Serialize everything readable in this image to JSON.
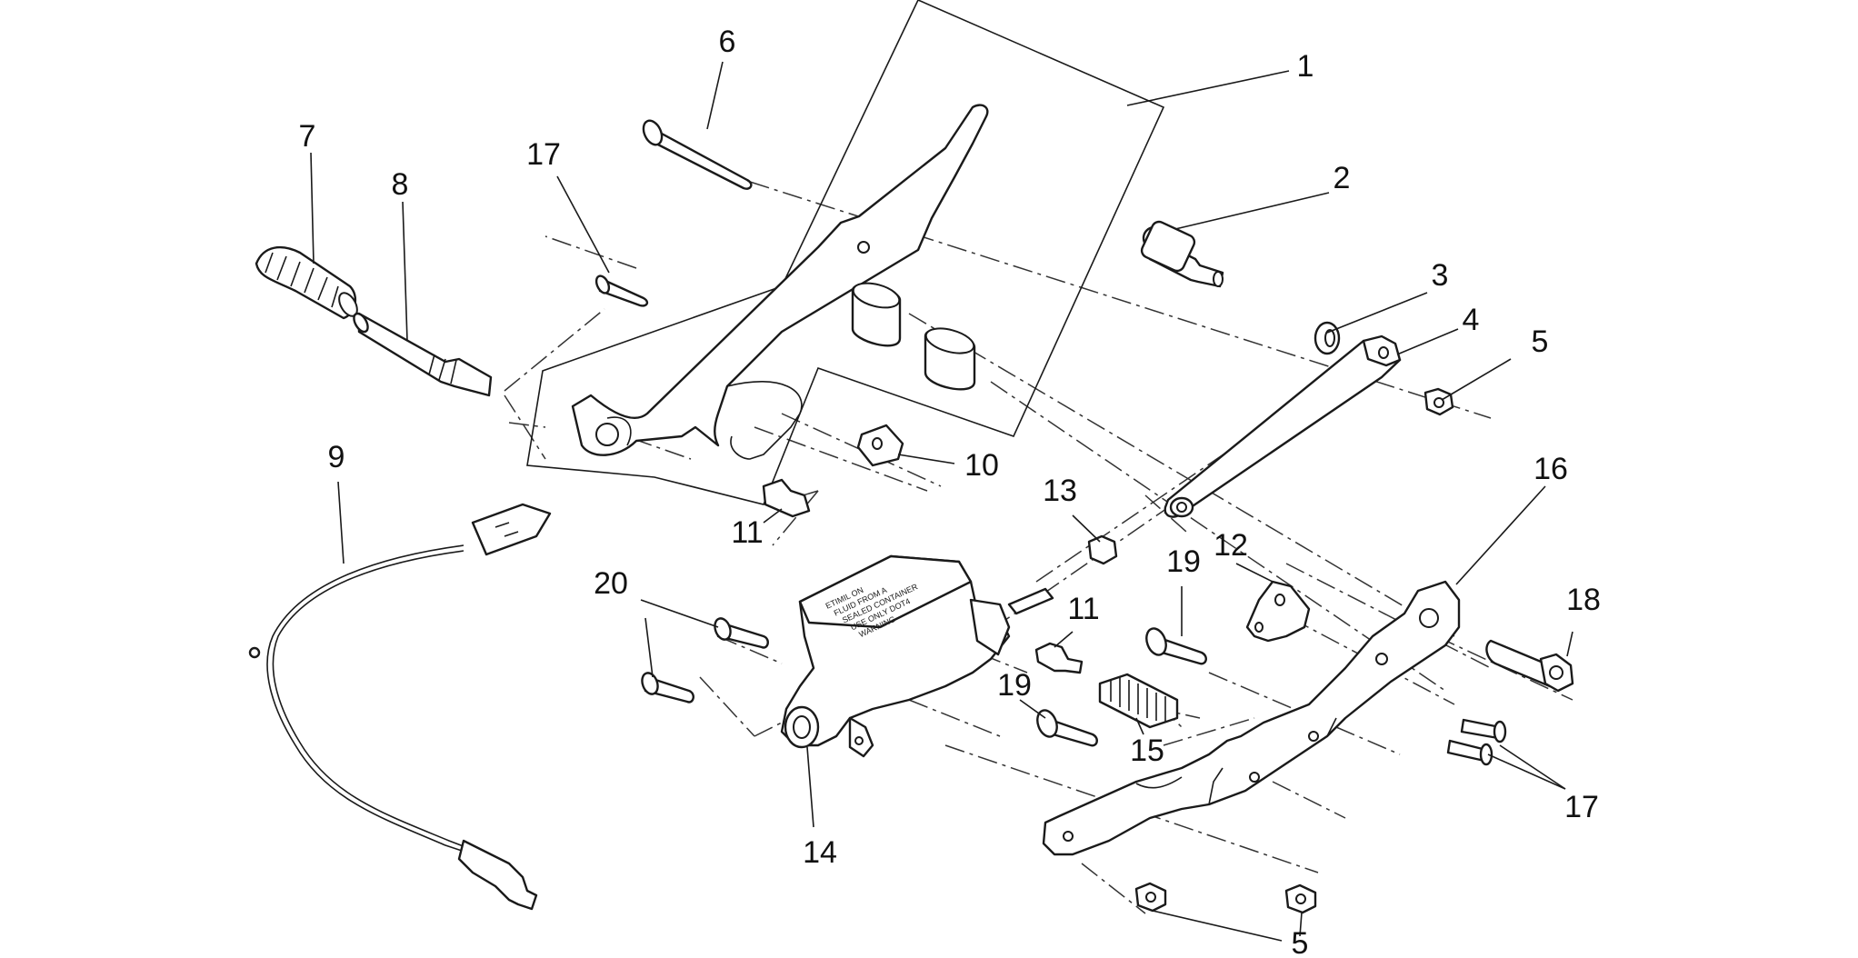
{
  "callouts": [
    {
      "label": "1"
    },
    {
      "label": "6"
    },
    {
      "label": "2"
    },
    {
      "label": "7"
    },
    {
      "label": "17"
    },
    {
      "label": "8"
    },
    {
      "label": "3"
    },
    {
      "label": "4"
    },
    {
      "label": "5"
    },
    {
      "label": "9"
    },
    {
      "label": "10"
    },
    {
      "label": "16"
    },
    {
      "label": "13"
    },
    {
      "label": "11"
    },
    {
      "label": "12"
    },
    {
      "label": "19"
    },
    {
      "label": "20"
    },
    {
      "label": "18"
    },
    {
      "label": "11"
    },
    {
      "label": "19"
    },
    {
      "label": "15"
    },
    {
      "label": "17"
    },
    {
      "label": "14"
    },
    {
      "label": "5"
    }
  ],
  "reservoir_text": [
    "ETIMIL ON",
    "FLUID FROM A",
    "SEALED CONTAINER",
    "USE ONLY DOT4",
    "WARNING"
  ],
  "colors": {
    "line": "#1a1a1a",
    "background": "#ffffff"
  }
}
